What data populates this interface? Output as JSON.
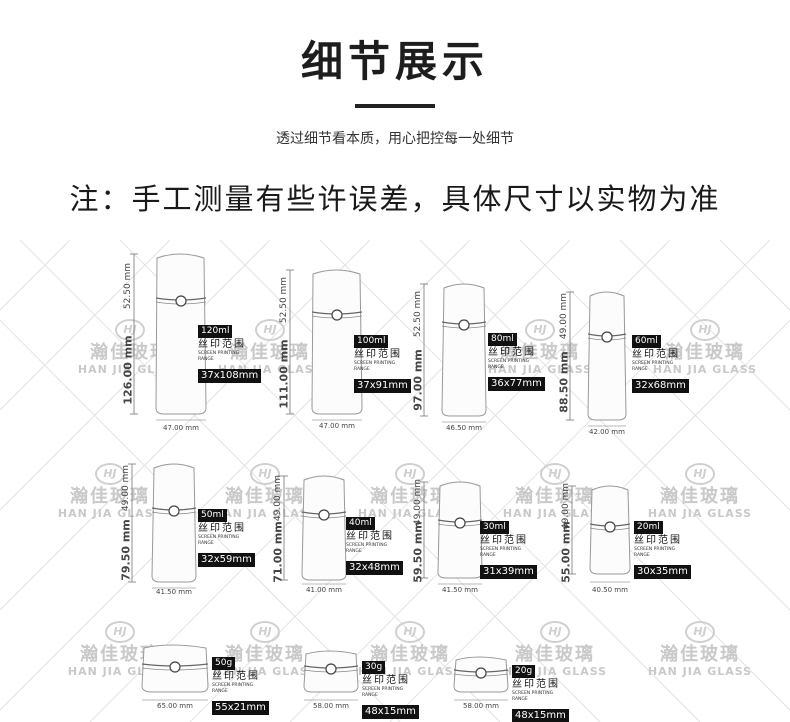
{
  "header": {
    "title": "细节展示",
    "subtitle": "透过细节看本质，用心把控每一处细节",
    "note": "注：手工测量有些许误差，具体尺寸以实物为准"
  },
  "watermark": {
    "logo": "HJ",
    "cn": "瀚佳玻璃",
    "en": "HAN JIA GLASS"
  },
  "labels": {
    "print_zh": "丝印范围",
    "print_en": "SCREEN PRINTING RANGE"
  },
  "bottles": [
    {
      "capacity": "120ml",
      "dim": "37x108mm",
      "height": "126.00 mm",
      "shoulder": "52.50 mm",
      "width": "47.00 mm"
    },
    {
      "capacity": "100ml",
      "dim": "37x91mm",
      "height": "111.00 mm",
      "shoulder": "52.50 mm",
      "width": "47.00 mm"
    },
    {
      "capacity": "80ml",
      "dim": "36x77mm",
      "height": "97.00 mm",
      "shoulder": "52.50 mm",
      "width": "46.50 mm"
    },
    {
      "capacity": "60ml",
      "dim": "32x68mm",
      "height": "88.50 mm",
      "shoulder": "49.00 mm",
      "width": "42.00 mm"
    },
    {
      "capacity": "50ml",
      "dim": "32x59mm",
      "height": "79.50 mm",
      "shoulder": "49.00 mm",
      "width": "41.50 mm"
    },
    {
      "capacity": "40ml",
      "dim": "32x48mm",
      "height": "71.00 mm",
      "shoulder": "49.00 mm",
      "width": "41.00 mm"
    },
    {
      "capacity": "30ml",
      "dim": "31x39mm",
      "height": "59.50 mm",
      "shoulder": "49.00 mm",
      "width": "41.50 mm"
    },
    {
      "capacity": "20ml",
      "dim": "30x35mm",
      "height": "55.00 mm",
      "shoulder": "49.00 mm",
      "width": "40.50 mm"
    },
    {
      "capacity": "50g",
      "dim": "55x21mm",
      "height": "",
      "shoulder": "",
      "width": "65.00 mm"
    },
    {
      "capacity": "30g",
      "dim": "48x15mm",
      "height": "",
      "shoulder": "",
      "width": "58.00 mm"
    },
    {
      "capacity": "20g",
      "dim": "48x15mm",
      "height": "",
      "shoulder": "",
      "width": "58.00 mm"
    }
  ]
}
